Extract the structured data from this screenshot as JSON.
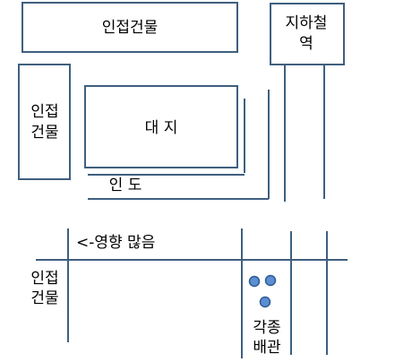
{
  "labels": {
    "adjacent_building_top": "인접건물",
    "subway_line1": "지하철",
    "subway_line2": "역",
    "adjacent_building_left_line1": "인접",
    "adjacent_building_left_line2": "건물",
    "site": "대 지",
    "sidewalk": "인 도",
    "influence": "<-영향 많음",
    "adjacent_building_bottom_line1": "인접",
    "adjacent_building_bottom_line2": "건물",
    "pipes_line1": "각종",
    "pipes_line2": "배관"
  },
  "colors": {
    "stroke": "#3f5f7f",
    "pipe_fill": "#5b8fd1",
    "pipe_stroke": "#2f5a96"
  }
}
